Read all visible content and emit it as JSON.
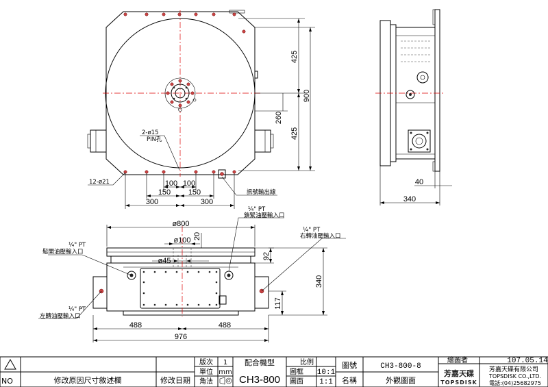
{
  "top_view": {
    "dims": {
      "d425_upper": "425",
      "d900": "900",
      "d260": "260",
      "d425_lower": "425",
      "d100_left": "100",
      "d100_right": "100",
      "d150_left": "150",
      "d150_right": "150",
      "d300_left": "300",
      "d300_right": "300"
    },
    "notes": {
      "pin_hole": "2-ø15",
      "pin_hole_sub": "PIN孔",
      "bolt_holes": "12-ø21",
      "signal_outlet": "訊號輸出線"
    }
  },
  "side_view": {
    "dims": {
      "d40": "40",
      "d340": "340"
    }
  },
  "front_view": {
    "dims": {
      "d800": "ø800",
      "d100": "ø100",
      "d45": "ø45",
      "d20": "20",
      "d92": "92",
      "d340": "340",
      "d117": "117",
      "d488_left": "488",
      "d488_right": "488",
      "d976": "976"
    },
    "notes": {
      "clamp_pt": "¼\" PT",
      "clamp_label": "鎖緊油壓輸入口",
      "right_pt": "¼\" PT",
      "right_label": "右轉油壓輸入口",
      "release_pt": "¼\" PT",
      "release_label": "鬆開油壓輸入口",
      "left_pt": "¼\" PT",
      "left_label": "左轉油壓輸入口"
    }
  },
  "title_block": {
    "no_label": "NO",
    "revision_reason": "修改原因尺寸敘述欄",
    "revision_date": "修改日期",
    "version_label": "版次",
    "version_value": "1",
    "unit_label": "單位",
    "unit_value": "mm",
    "angle_label": "角法",
    "model_label": "配合機型",
    "model_value": "CH3-800",
    "scale_label": "比例",
    "scale_frame_label": "圖框",
    "scale_frame_value": "10:1",
    "scale_view_label": "圖面",
    "scale_view_value": "1:1",
    "drawing_no_label": "圖號",
    "drawing_no_value": "CH3-800-8",
    "name_label": "名稱",
    "name_value": "外觀圖面",
    "checker_label": "繪圖者",
    "date_value": "107.05.14",
    "company_cn": "芳嘉天碟有限公司",
    "company_en": "TOPSDISK CO.,LTD.",
    "phone": "電話:(04)25682975",
    "logo_cn": "芳嘉天碟",
    "logo_en": "TOPSDISK"
  }
}
